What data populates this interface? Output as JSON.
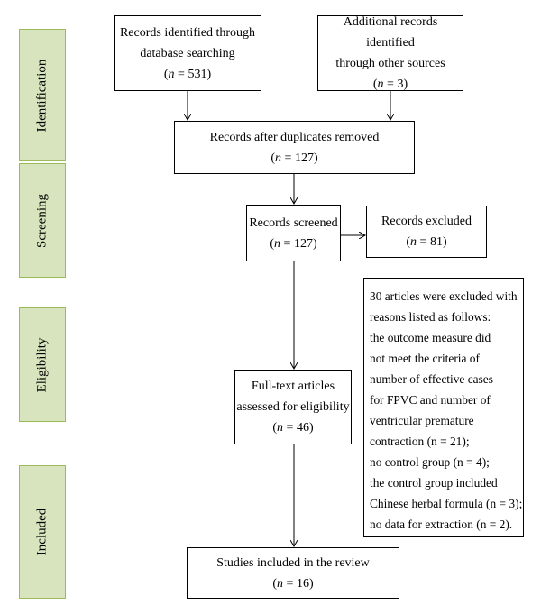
{
  "stages": {
    "identification": "Identification",
    "screening": "Screening",
    "eligibility": "Eligibility",
    "included": "Included"
  },
  "boxes": {
    "database": {
      "line1": "Records identified through",
      "line2": "database searching",
      "n_symbol": "n",
      "count": " = 531)"
    },
    "other_sources": {
      "line1": "Additional records identified",
      "line2": "through other sources",
      "n_symbol": "n",
      "count": " = 3)"
    },
    "after_duplicates": {
      "line1": "Records after duplicates removed",
      "n_symbol": "n",
      "count": " = 127)"
    },
    "screened": {
      "line1": "Records screened",
      "n_symbol": "n",
      "count": " = 127)"
    },
    "excluded": {
      "line1": "Records excluded",
      "n_symbol": "n",
      "count": " = 81)"
    },
    "full_text": {
      "line1": "Full-text articles",
      "line2": "assessed for eligibility",
      "n_symbol": "n",
      "count": " = 46)"
    },
    "included": {
      "line1": "Studies included in the review",
      "n_symbol": "n",
      "count": " = 16)"
    }
  },
  "exclusion_reasons": {
    "lines": [
      "30 articles were excluded with",
      "reasons listed as follows:",
      "the outcome measure did",
      "not meet the criteria of",
      "number of effective cases",
      "for FPVC and number of",
      "ventricular premature",
      "contraction (n = 21);",
      "no control group (n = 4);",
      "the control group  included",
      "Chinese herbal formula (n = 3);",
      "no data for extraction (n = 2)."
    ]
  },
  "colors": {
    "stage_fill": "#d7e4bd",
    "stage_border": "#9bbb59"
  }
}
